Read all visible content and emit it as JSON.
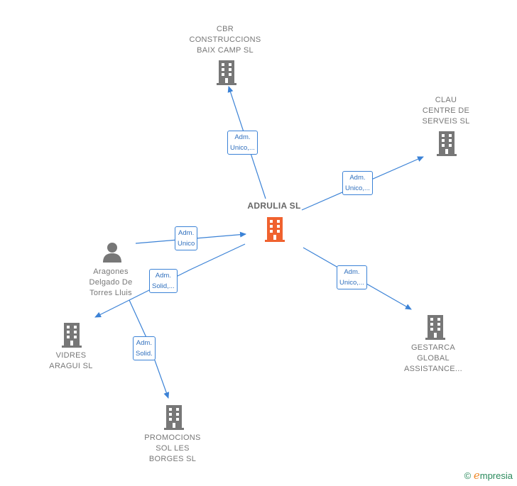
{
  "colors": {
    "edge": "#3b82d6",
    "company": "#777777",
    "center": "#f0622f",
    "person": "#777777"
  },
  "nodes": {
    "center": {
      "lines": [
        "ADRULIA  SL"
      ],
      "icon": "building-icon"
    },
    "cbr": {
      "lines": [
        "CBR",
        "CONSTRUCCIONS",
        "BAIX CAMP  SL"
      ],
      "icon": "building-icon"
    },
    "clau": {
      "lines": [
        "CLAU",
        "CENTRE DE",
        "SERVEIS SL"
      ],
      "icon": "building-icon"
    },
    "gestarca": {
      "lines": [
        "GESTARCA",
        "GLOBAL",
        "ASSISTANCE..."
      ],
      "icon": "building-icon"
    },
    "person": {
      "lines": [
        "Aragones",
        "Delgado De",
        "Torres Lluis"
      ],
      "icon": "person-icon"
    },
    "vidres": {
      "lines": [
        "VIDRES",
        "ARAGUI  SL"
      ],
      "icon": "building-icon"
    },
    "promocions": {
      "lines": [
        "PROMOCIONS",
        "SOL LES",
        "BORGES  SL"
      ],
      "icon": "building-icon"
    }
  },
  "edges": {
    "cbr": [
      "Adm.",
      "Unico,..."
    ],
    "clau": [
      "Adm.",
      "Unico,..."
    ],
    "gestarca": [
      "Adm.",
      "Unico,..."
    ],
    "person_center": [
      "Adm.",
      "Unico"
    ],
    "person_center_solid": [
      "Adm.",
      "Solid,..."
    ],
    "promocions": [
      "Adm.",
      "Solid."
    ]
  },
  "footer": {
    "copyright": "©",
    "brand_initial": "e",
    "brand_rest": "mpresia"
  }
}
